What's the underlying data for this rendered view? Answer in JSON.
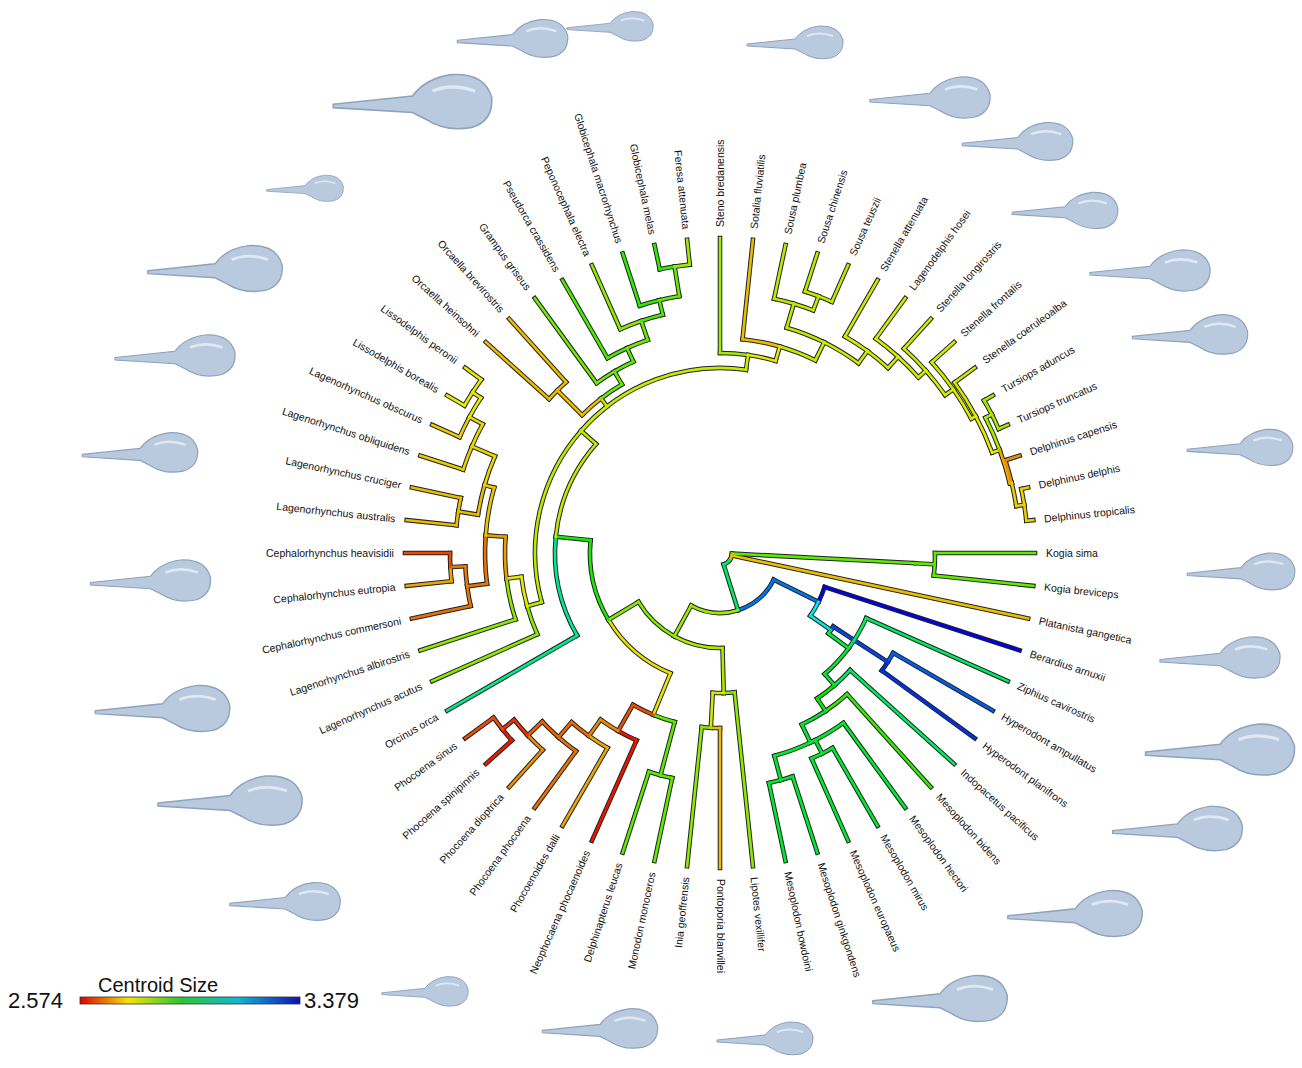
{
  "diagram": {
    "labels": [
      "Kogia sima",
      "Kogia breviceps",
      "Platanista gangetica",
      "Berardius arnuxii",
      "Ziphius cavirostris",
      "Hyperodont ampullatus",
      "Hyperodont planifrons",
      "Indopacetus pacificus",
      "Mesoplodon bidens",
      "Mesoplodon hectori",
      "Mesoplodon mirus",
      "Mesoplodon europaeus",
      "Mesoplodon ginkgondens",
      "Mesoplodon bowdoini",
      "Lipotes vexillifer",
      "Pontoporia blanvillei",
      "Inia geoffrensis",
      "Monodon monoceros",
      "Delphinapterus leucas",
      "Neophocaena phocaenoides",
      "Phocoenoides dalli",
      "Phocoena phocoena",
      "Phocoena dioptrica",
      "Phocoena spinipinnis",
      "Phocoena sinus",
      "Orcinus orca",
      "Lagenorhynchus acutus",
      "Lagenorhynchus albirostris",
      "Cephalorhynchus commersoni",
      "Cephalorhynchus eutropia",
      "Cephalorhynchus heavisidii",
      "Lagenorhynchus australis",
      "Lagenorhynchus cruciger",
      "Lagenorhynchus obliquidens",
      "Lagenorhynchus obscurus",
      "Lissodelphis borealis",
      "Lissodelphis peronii",
      "Orcaella heinsohni",
      "Orcaella brevirostris",
      "Grampus griseus",
      "Pseudorca crassidens",
      "Peponocephala electra",
      "Globicephala macrorhynchus",
      "Globicephala melas",
      "Feresa attenuata",
      "Steno bredanensis",
      "Sotalia fluviatilis",
      "Sousa plumbea",
      "Sousa chinensis",
      "Sousa teuszii",
      "Stenella attenuata",
      "Lagenodelphis hosei",
      "Stenella longirostris",
      "Stenella frontalis",
      "Stenella coeruleoalba",
      "Tursiops aduncus",
      "Tursiops truncatus",
      "Delphinus capensis",
      "Delphinus delphis",
      "Delphinus tropicalis",
      "Centroid Size",
      "2.574",
      "3.379"
    ]
  }
}
